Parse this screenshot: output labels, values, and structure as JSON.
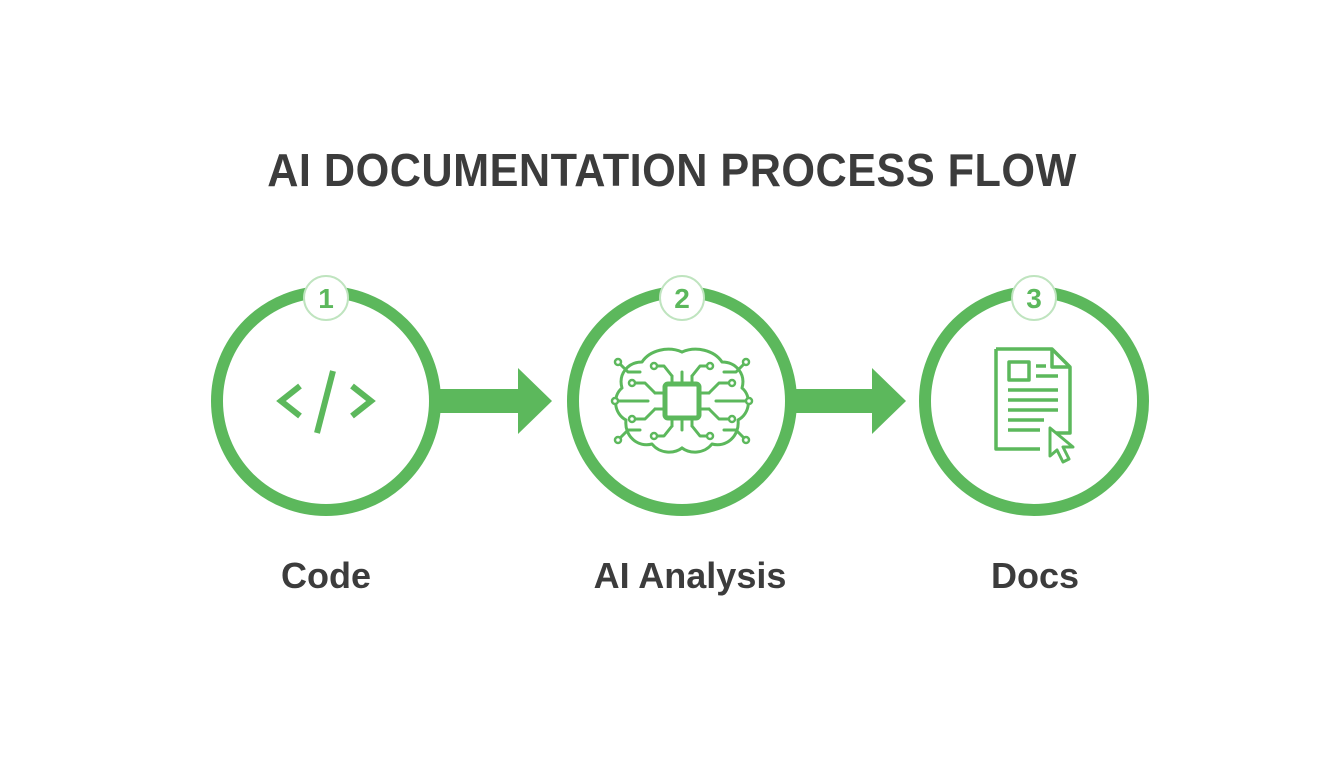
{
  "title": "AI DOCUMENTATION PROCESS FLOW",
  "accent_color": "#5cb85c",
  "text_color": "#3c3c3c",
  "steps": [
    {
      "number": "1",
      "label": "Code",
      "icon": "code-brackets-icon"
    },
    {
      "number": "2",
      "label": "AI Analysis",
      "icon": "brain-chip-icon"
    },
    {
      "number": "3",
      "label": "Docs",
      "icon": "document-cursor-icon"
    }
  ]
}
